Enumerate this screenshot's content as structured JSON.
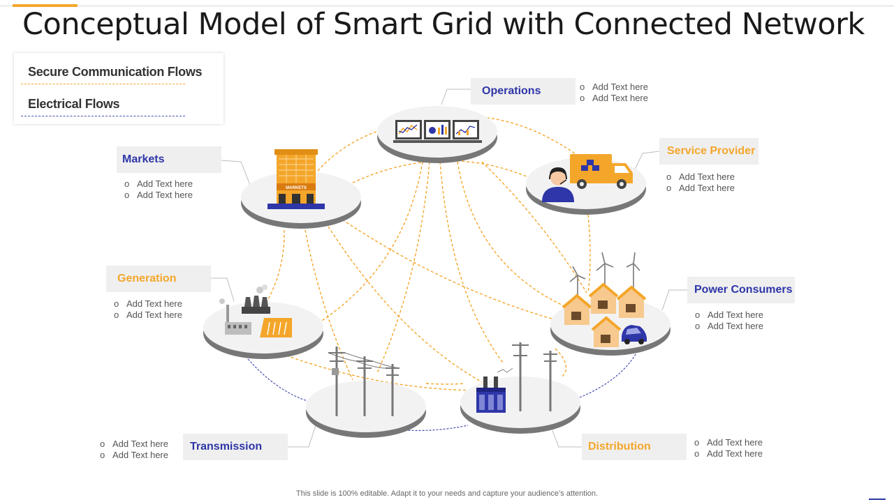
{
  "title": "Conceptual Model of Smart Grid with Connected Network",
  "legend": {
    "secure_label": "Secure Communication Flows",
    "electrical_label": "Electrical Flows",
    "secure_color": "#f4a62a",
    "electrical_color": "#2e36a8"
  },
  "nodes": {
    "operations": {
      "label": "Operations",
      "bullets": [
        "Add Text here",
        "Add Text here"
      ]
    },
    "markets": {
      "label": "Markets",
      "bullets": [
        "Add Text here",
        "Add Text here"
      ],
      "sign": "MARKETS"
    },
    "service_provider": {
      "label": "Service Provider",
      "bullets": [
        "Add Text here",
        "Add Text here"
      ]
    },
    "generation": {
      "label": "Generation",
      "bullets": [
        "Add Text here",
        "Add Text here"
      ]
    },
    "power_consumers": {
      "label": "Power Consumers",
      "bullets": [
        "Add Text here",
        "Add Text here"
      ]
    },
    "transmission": {
      "label": "Transmission",
      "bullets": [
        "Add Text here",
        "Add Text here"
      ]
    },
    "distribution": {
      "label": "Distribution",
      "bullets": [
        "Add Text here",
        "Add Text here"
      ]
    }
  },
  "footer": "This slide is 100% editable. Adapt it to your needs and capture your audience’s attention."
}
